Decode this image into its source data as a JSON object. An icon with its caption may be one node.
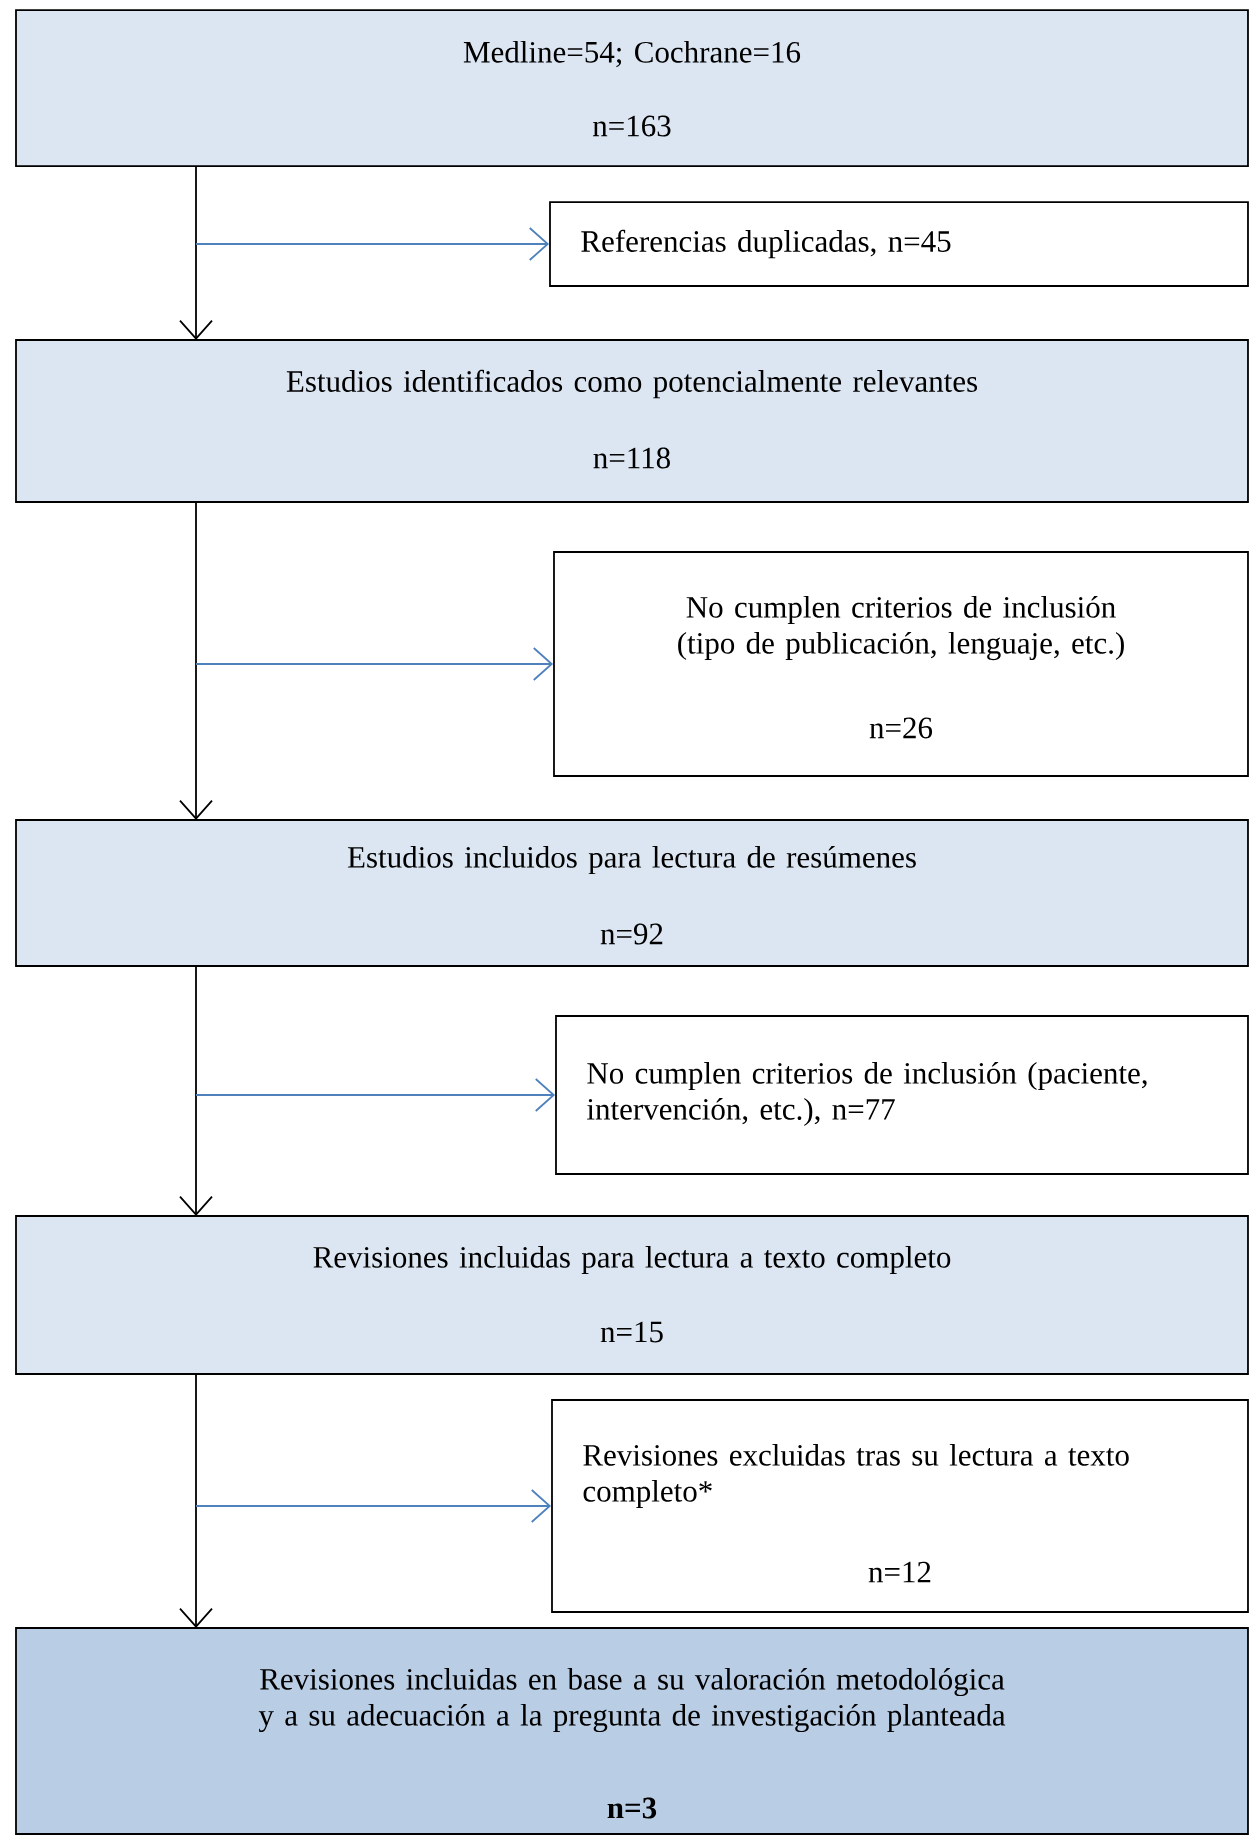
{
  "diagram": {
    "nodes": [
      {
        "text": [
          "Medline=54; Cochrane=16",
          "n=163"
        ]
      },
      {
        "text": [
          "Referencias duplicadas, n=45"
        ]
      },
      {
        "text": [
          "Estudios identificados como potencialmente relevantes",
          "n=118"
        ]
      },
      {
        "text": [
          "No cumplen criterios de inclusión (tipo de publicación, lenguaje, etc.)",
          "n=26"
        ]
      },
      {
        "text": [
          "Estudios incluidos para lectura de resúmenes",
          "n=92"
        ]
      },
      {
        "text": [
          "No cumplen criterios de inclusión (paciente, intervención, etc.), n=77"
        ]
      },
      {
        "text": [
          "Revisiones incluidas para lectura a texto completo",
          "n=15"
        ]
      },
      {
        "text": [
          "Revisiones excluidas tras su lectura a texto completo*",
          "n=12"
        ]
      },
      {
        "text": [
          "Revisiones incluidas en base a su valoración metodológica y a su adecuación a la pregunta de investigación planteada",
          "n=3"
        ]
      }
    ],
    "edges": [
      {
        "from": 0,
        "to": 2,
        "arrow": "to"
      },
      {
        "from": null,
        "to": 1,
        "arrow": "to",
        "color": "#4f81bd"
      },
      {
        "from": 2,
        "to": 4,
        "arrow": "to"
      },
      {
        "from": null,
        "to": 3,
        "arrow": "to",
        "color": "#4f81bd"
      },
      {
        "from": 4,
        "to": 6,
        "arrow": "to"
      },
      {
        "from": null,
        "to": 5,
        "arrow": "to",
        "color": "#4f81bd"
      },
      {
        "from": 6,
        "to": 8,
        "arrow": "to"
      },
      {
        "from": null,
        "to": 7,
        "arrow": "to",
        "color": "#4f81bd"
      }
    ]
  }
}
